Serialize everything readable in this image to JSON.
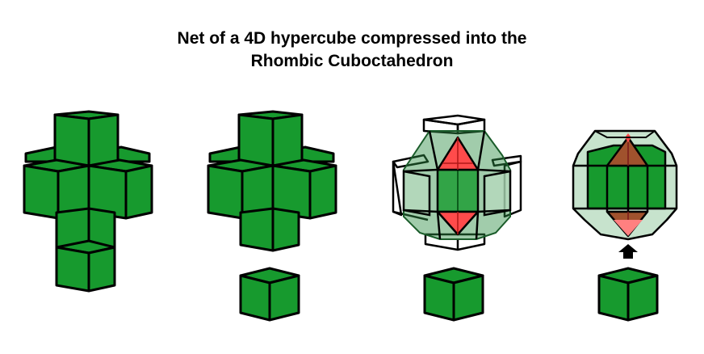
{
  "title": {
    "line1": "Net of a 4D hypercube compressed into the",
    "line2": "Rhombic Cuboctahedron"
  },
  "colors": {
    "cube_green": "#179a2e",
    "transparent_green": "#2e8f45",
    "pale_green": "#b9dcc1",
    "red": "#ff4b4b",
    "brown": "#a0522d",
    "outline": "#000000",
    "background": "#ffffff"
  },
  "panels": [
    {
      "id": "panel-1",
      "description": "Unfolded tesseract net (8 cubes, cross shape)"
    },
    {
      "id": "panel-2",
      "description": "Net with bottom cube detached"
    },
    {
      "id": "panel-3",
      "description": "Net cubes compressed into rhombicuboctahedron with outlined original cubes and red pyramids"
    },
    {
      "id": "panel-4",
      "description": "Rhombicuboctahedron with final cube moving up (arrow)"
    }
  ],
  "arrow_icon": "up-arrow"
}
